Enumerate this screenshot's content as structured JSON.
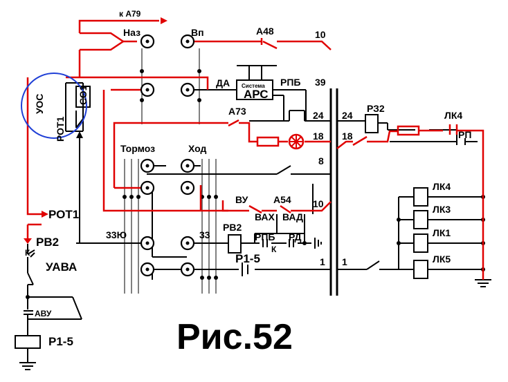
{
  "labels": {
    "to_a79": "к А79",
    "naz": "Наз",
    "vp": "Вп",
    "a48": "А48",
    "n10_top": "10",
    "da": "ДА",
    "sistema": "Система",
    "ars": "АРС",
    "rpb_top": "РПБ",
    "n39": "39",
    "a73": "А73",
    "n24_left": "24",
    "n18_left": "18",
    "tormoz": "Тормоз",
    "khod": "Ход",
    "n8": "8",
    "vu": "ВУ",
    "a54": "А54",
    "n10_mid": "10",
    "vakh": "ВАХ",
    "vad": "ВАД",
    "rv2_mid": "РВ2",
    "rpb_mid": "РПБ",
    "rd": "РД",
    "k_small": "К",
    "p15_mid": "Р1-5",
    "n33yu": "33Ю",
    "n33": "33",
    "n1_left": "1",
    "n1_right": "1",
    "uos": "УОС",
    "so1": "СО1",
    "rot1_vert": "РОТ1",
    "rot1": "РОТ1",
    "rv2_left": "РВ2",
    "k_left": "К",
    "uava": "УАВА",
    "avu": "АВУ",
    "p15_left": "Р1-5",
    "n24_right": "24",
    "rz2": "РЗ2",
    "lk4_top": "ЛК4",
    "n18_right": "18",
    "rp": "РП",
    "lk4": "ЛК4",
    "lk3": "ЛК3",
    "lk1": "ЛК1",
    "lk5": "ЛК5",
    "figure": "Рис.52"
  },
  "colors": {
    "wire": "#000000",
    "energized": "#e00000",
    "highlight_circle": "#1f3fd6"
  }
}
